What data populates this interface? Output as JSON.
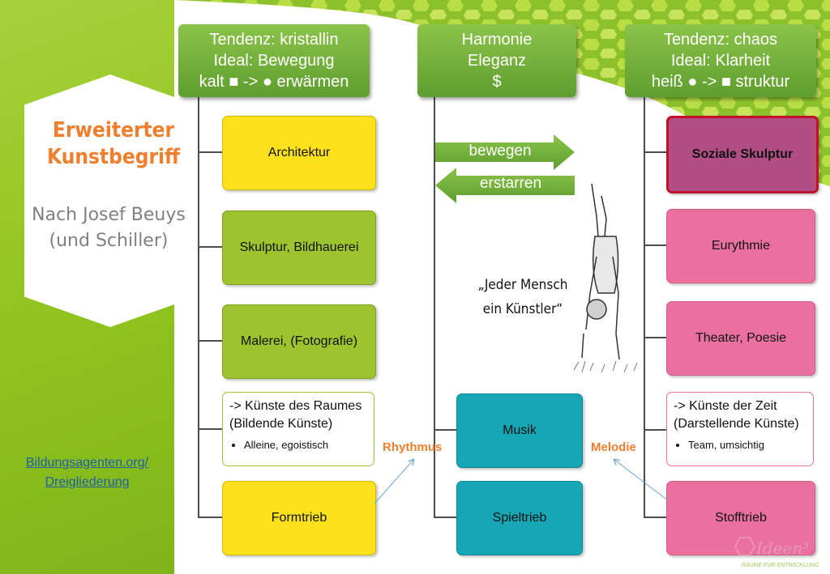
{
  "sidebar": {
    "title_line1": "Erweiterter",
    "title_line2": "Kunstbegriff",
    "subtitle_line1": "Nach Josef Beuys",
    "subtitle_line2": "(und Schiller)",
    "link_line1": "Bildungsagenten.org/",
    "link_line2": "Dreigliederung"
  },
  "headers": {
    "left": [
      "Tendenz: kristallin",
      "Ideal: Bewegung",
      "kalt ■ -> ● erwärmen"
    ],
    "middle": [
      "Harmonie",
      "Eleganz",
      "$"
    ],
    "right": [
      "Tendenz: chaos",
      "Ideal:  Klarheit",
      "heiß  ● -> ■  struktur"
    ]
  },
  "left_column": {
    "architektur": "Architektur",
    "skulptur": "Skulptur, Bildhauerei",
    "malerei": "Malerei, (Fotografie)",
    "raum_title": "-> Künste des Raumes",
    "raum_sub": "(Bildende Künste)",
    "raum_bullet": "Alleine, egoistisch",
    "formtrieb": "Formtrieb"
  },
  "middle_column": {
    "arrow_right": "bewegen",
    "arrow_left": "erstarren",
    "quote_line1": "„Jeder Mensch",
    "quote_line2": "ein Künstler“",
    "musik": "Musik",
    "spieltrieb": "Spieltrieb"
  },
  "right_column": {
    "soziale": "Soziale Skulptur",
    "eurythmie": "Eurythmie",
    "theater": "Theater, Poesie",
    "zeit_title": "-> Künste der Zeit",
    "zeit_sub": "(Darstellende Künste)",
    "zeit_bullet": "Team, umsichtig",
    "stofftrieb": "Stofftrieb"
  },
  "labels": {
    "rhythmus": "Rhythmus",
    "melodie": "Melodie"
  },
  "logo": {
    "name": "Ideen³",
    "tagline": "RÄUME FÜR ENTWICKLUNG"
  },
  "colors": {
    "green_header": "#6aa83a",
    "yellow": "#fde11d",
    "light_green": "#9dc42f",
    "teal": "#17a6b4",
    "pink": "#e9709f",
    "social": "#b14e85",
    "orange": "#ef7f2e"
  }
}
